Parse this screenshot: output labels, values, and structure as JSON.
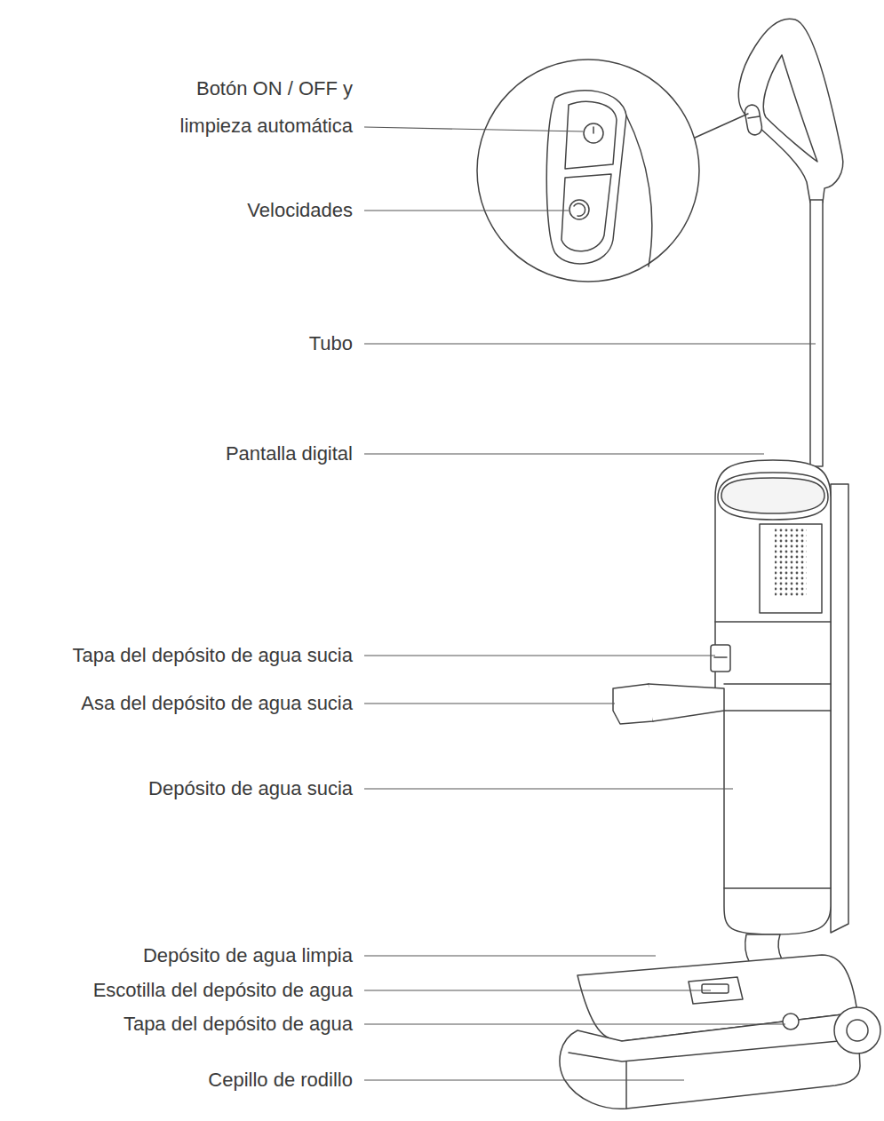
{
  "diagram": {
    "labels": [
      "Botón ON / OFF y limpieza automática",
      "Velocidades",
      "Tubo",
      "Pantalla digital",
      "Tapa del depósito de agua sucia",
      "Asa del depósito de agua sucia",
      "Depósito de agua sucia",
      "Depósito de agua limpia",
      "Escotilla del depósito de agua",
      "Tapa del depósito de agua",
      "Cepillo de rodillo"
    ]
  }
}
